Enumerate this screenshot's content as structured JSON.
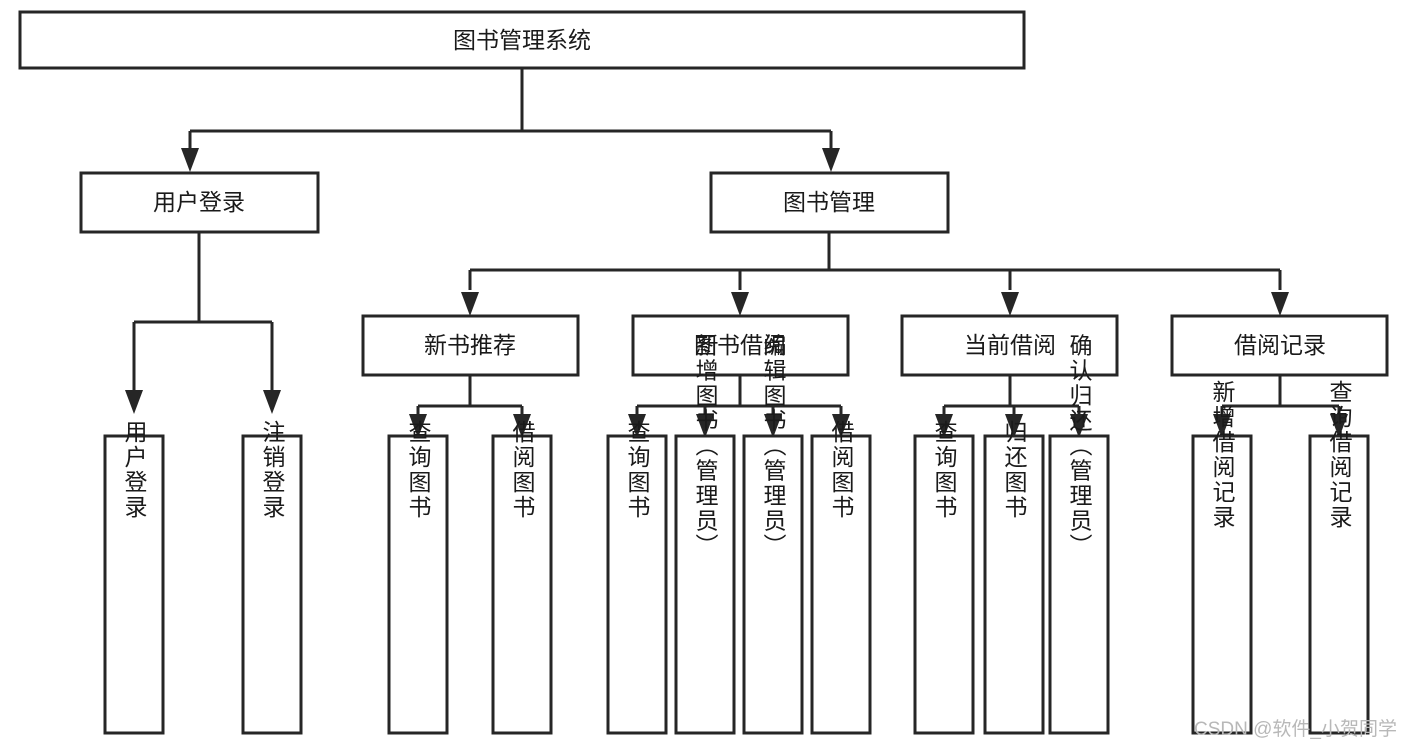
{
  "diagram": {
    "title": "图书管理系统",
    "type": "tree-hierarchy",
    "watermark": "CSDN @软件_小贺同学",
    "colors": {
      "stroke": "#262626",
      "fill": "#ffffff",
      "text": "#1a1a1a",
      "watermark": "#b8b8b8"
    },
    "root": {
      "label": "图书管理系统"
    },
    "level2": [
      {
        "label": "用户登录"
      },
      {
        "label": "图书管理"
      }
    ],
    "level3": [
      {
        "label": "新书推荐"
      },
      {
        "label": "图书借阅"
      },
      {
        "label": "当前借阅"
      },
      {
        "label": "借阅记录"
      }
    ],
    "leaves": {
      "user_login": [
        {
          "label": "用户登录"
        },
        {
          "label": "注销登录"
        }
      ],
      "new_book_recommend": [
        {
          "label": "查询图书"
        },
        {
          "label": "借阅图书"
        }
      ],
      "book_borrow": [
        {
          "label": "查询图书"
        },
        {
          "label": "新增图书（管理员）"
        },
        {
          "label": "编辑图书（管理员）"
        },
        {
          "label": "借阅图书"
        }
      ],
      "current_borrow": [
        {
          "label": "查询图书"
        },
        {
          "label": "归还图书"
        },
        {
          "label": "确认归还（管理员）"
        }
      ],
      "borrow_record": [
        {
          "label": "新增借阅记录"
        },
        {
          "label": "查询借阅记录"
        }
      ]
    }
  }
}
